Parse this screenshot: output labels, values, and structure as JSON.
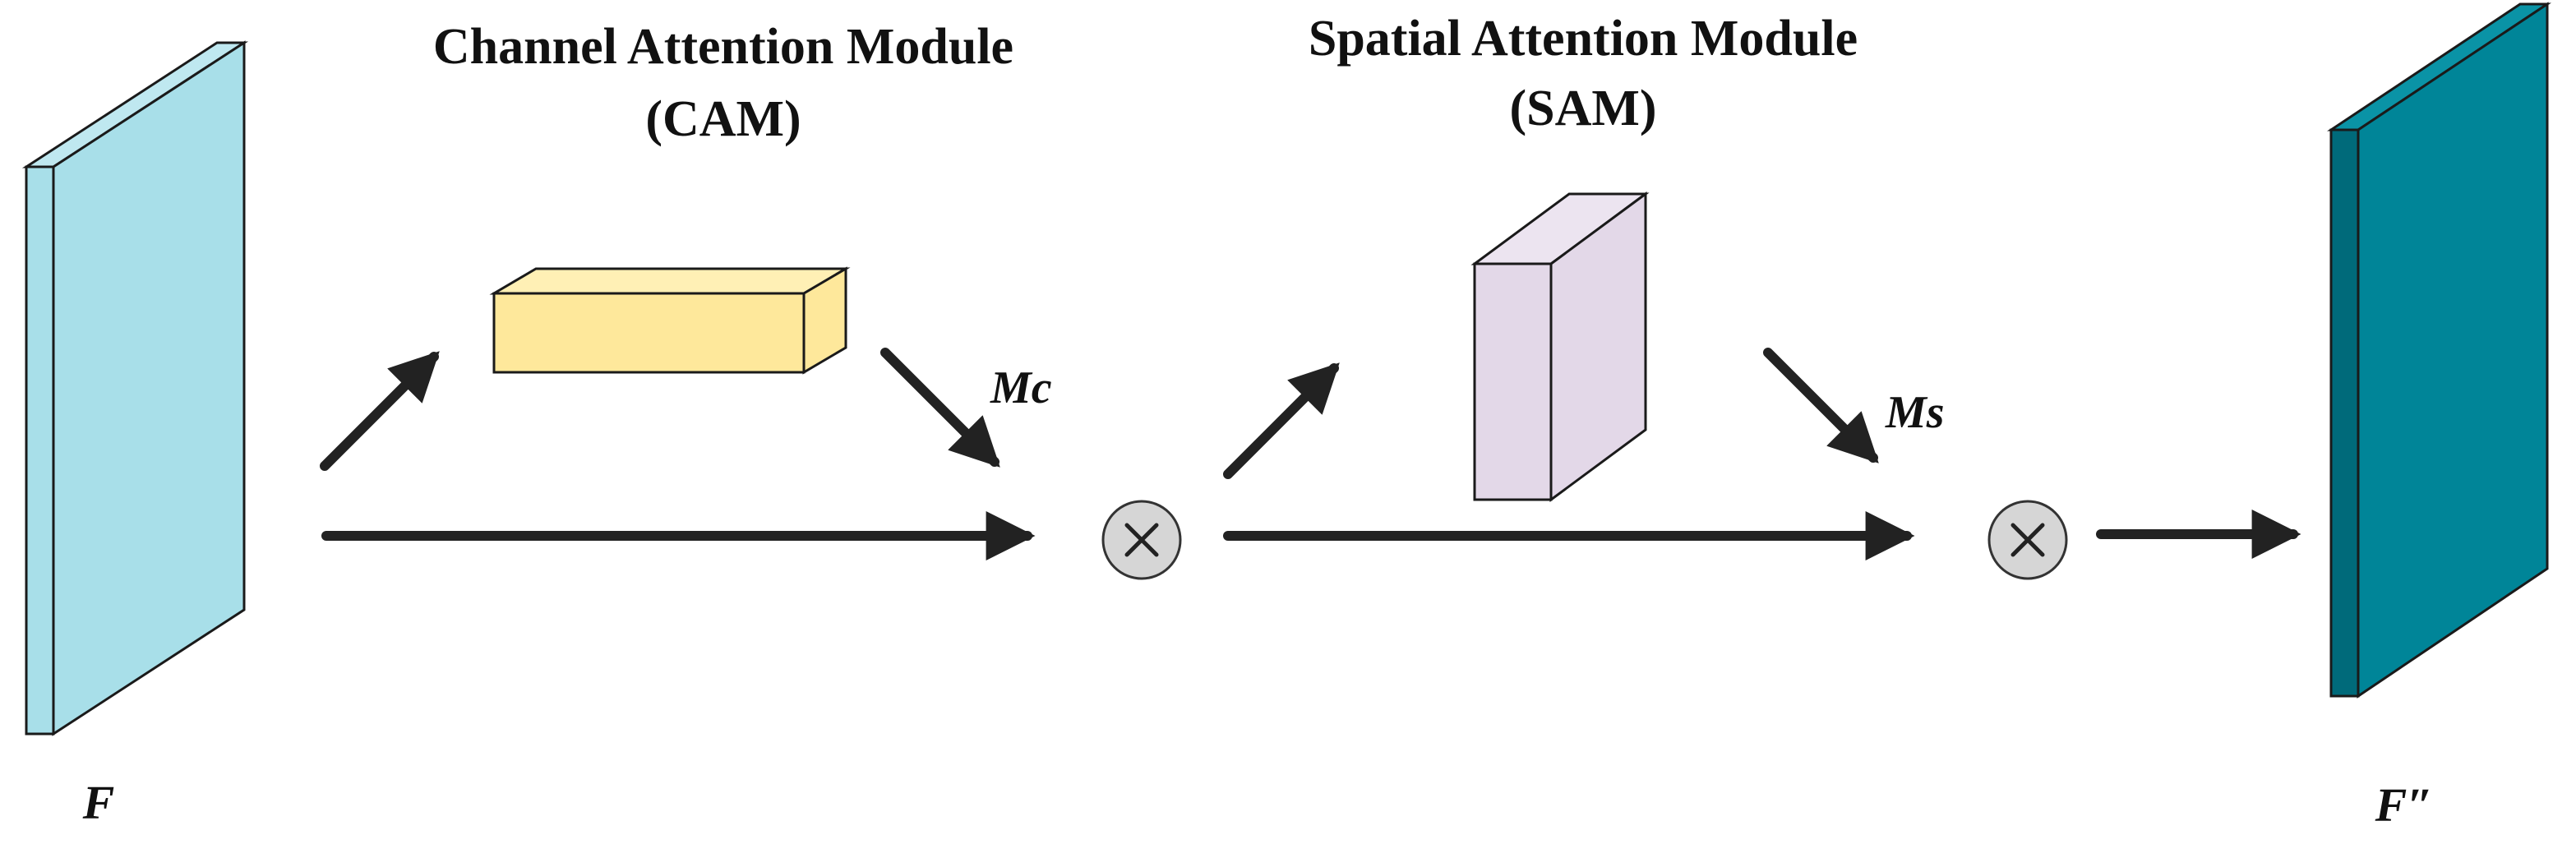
{
  "cam": {
    "title": "Channel Attention Module",
    "abbr": "(CAM)"
  },
  "sam": {
    "title": "Spatial Attention Module",
    "abbr": "(SAM)"
  },
  "labels": {
    "mc": "Mc",
    "ms": "Ms",
    "input": "F",
    "output": "F″"
  },
  "operators": {
    "multiply": "×"
  },
  "colors": {
    "input_map": "#a8dfe9",
    "cam_block": "#fee89b",
    "sam_block": "#e3d8e8",
    "output_map": "#008598",
    "output_map_side": "#006a7a",
    "operator_fill": "#d6d6d6",
    "arrow": "#222222",
    "outline": "#1a1a1a"
  }
}
